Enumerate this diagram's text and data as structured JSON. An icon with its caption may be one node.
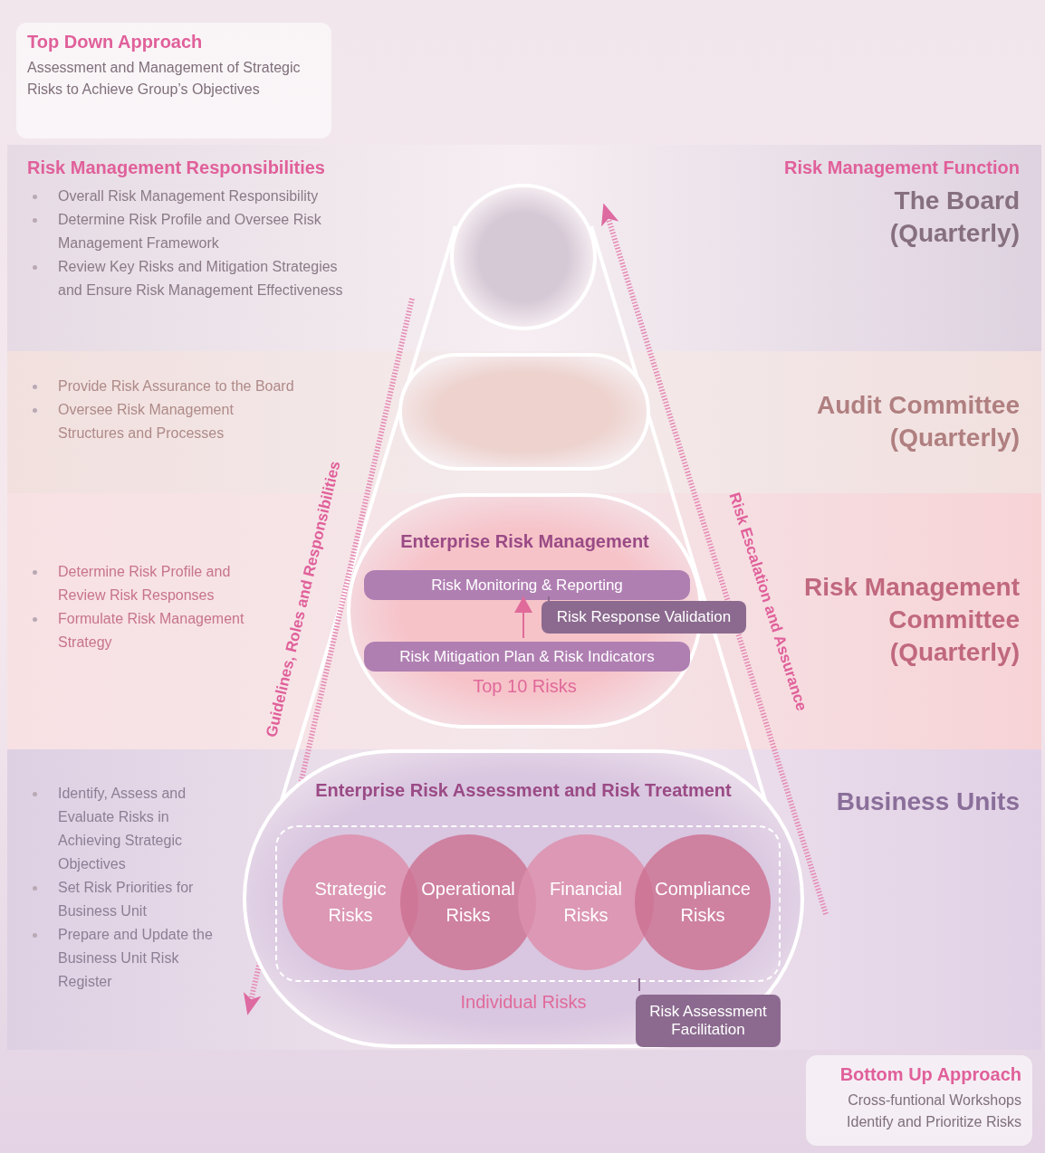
{
  "diagram": {
    "nodes": [
      {
        "text": [
          "Top Down Approach",
          "Assessment and Management of Strategic Risks to Achieve Group’s Objectives"
        ]
      },
      {
        "text": [
          "Overall Risk Management Responsibility",
          "Determine Risk Profile and Oversee Risk Management Framework",
          "Review Key Risks and Mitigation Strategies and Ensure Risk Management Effectiveness",
          "The Board (Quarterly)"
        ]
      },
      {
        "text": [
          "Provide Risk Assurance to the Board",
          "Oversee Risk Management Structures and Processes",
          "Audit Committee (Quarterly)"
        ]
      },
      {
        "text": [
          "Determine Risk Profile and Review Risk Responses",
          "Formulate Risk Management Strategy",
          "Risk Management Committee (Quarterly)"
        ]
      },
      {
        "text": [
          "Identify, Assess and Evaluate Risks in Achieving Strategic Objectives",
          "Set Risk Priorities for Business Unit",
          "Prepare and Update the Business Unit Risk Register",
          "Business Units"
        ]
      },
      {
        "text": [],
        "shape": "circle",
        "in": 1
      },
      {
        "text": [],
        "shape": "box",
        "in": 2
      },
      {
        "text": [
          "Enterprise Risk Management",
          "Top 10 Risks"
        ],
        "in": 3
      },
      {
        "text": [
          "Risk Monitoring & Reporting"
        ],
        "in": 7
      },
      {
        "text": [
          "Risk Mitigation Plan & Risk Indicators"
        ],
        "in": 7
      },
      {
        "text": [
          "Risk Response Validation"
        ],
        "in": 3
      },
      {
        "text": [
          "Enterprise Risk Assessment and Risk Treatment",
          "Individual Risks"
        ],
        "in": 4
      },
      {
        "text": [],
        "shape": "box",
        "in": 11
      },
      {
        "text": [
          "Strategic Risks"
        ],
        "in": 12
      },
      {
        "text": [
          "Operational Risks"
        ],
        "in": 12
      },
      {
        "text": [
          "Financial Risks"
        ],
        "in": 12
      },
      {
        "text": [
          "Compliance Risks"
        ],
        "in": 12
      },
      {
        "text": [
          "Risk Assessment Facilitation"
        ],
        "in": 11
      },
      {
        "text": [
          "Bottom Up Approach",
          "Cross-funtional Workshops Identify and Prioritize Risks"
        ]
      }
    ],
    "edges": [
      {
        "from": 9,
        "to": 8,
        "arrow": "to"
      },
      {
        "from": 10,
        "to": 8,
        "arrow": "none",
        "color": "#8c6a8f"
      },
      {
        "from": 17,
        "to": 12,
        "arrow": "none",
        "color": "#8c6a8f"
      }
    ],
    "labels": [
      "Risk Management Responsibilities",
      "Risk Management Function",
      "Guidelines, Roles and Responsibilities",
      "Risk Escalation and Assurance"
    ]
  }
}
